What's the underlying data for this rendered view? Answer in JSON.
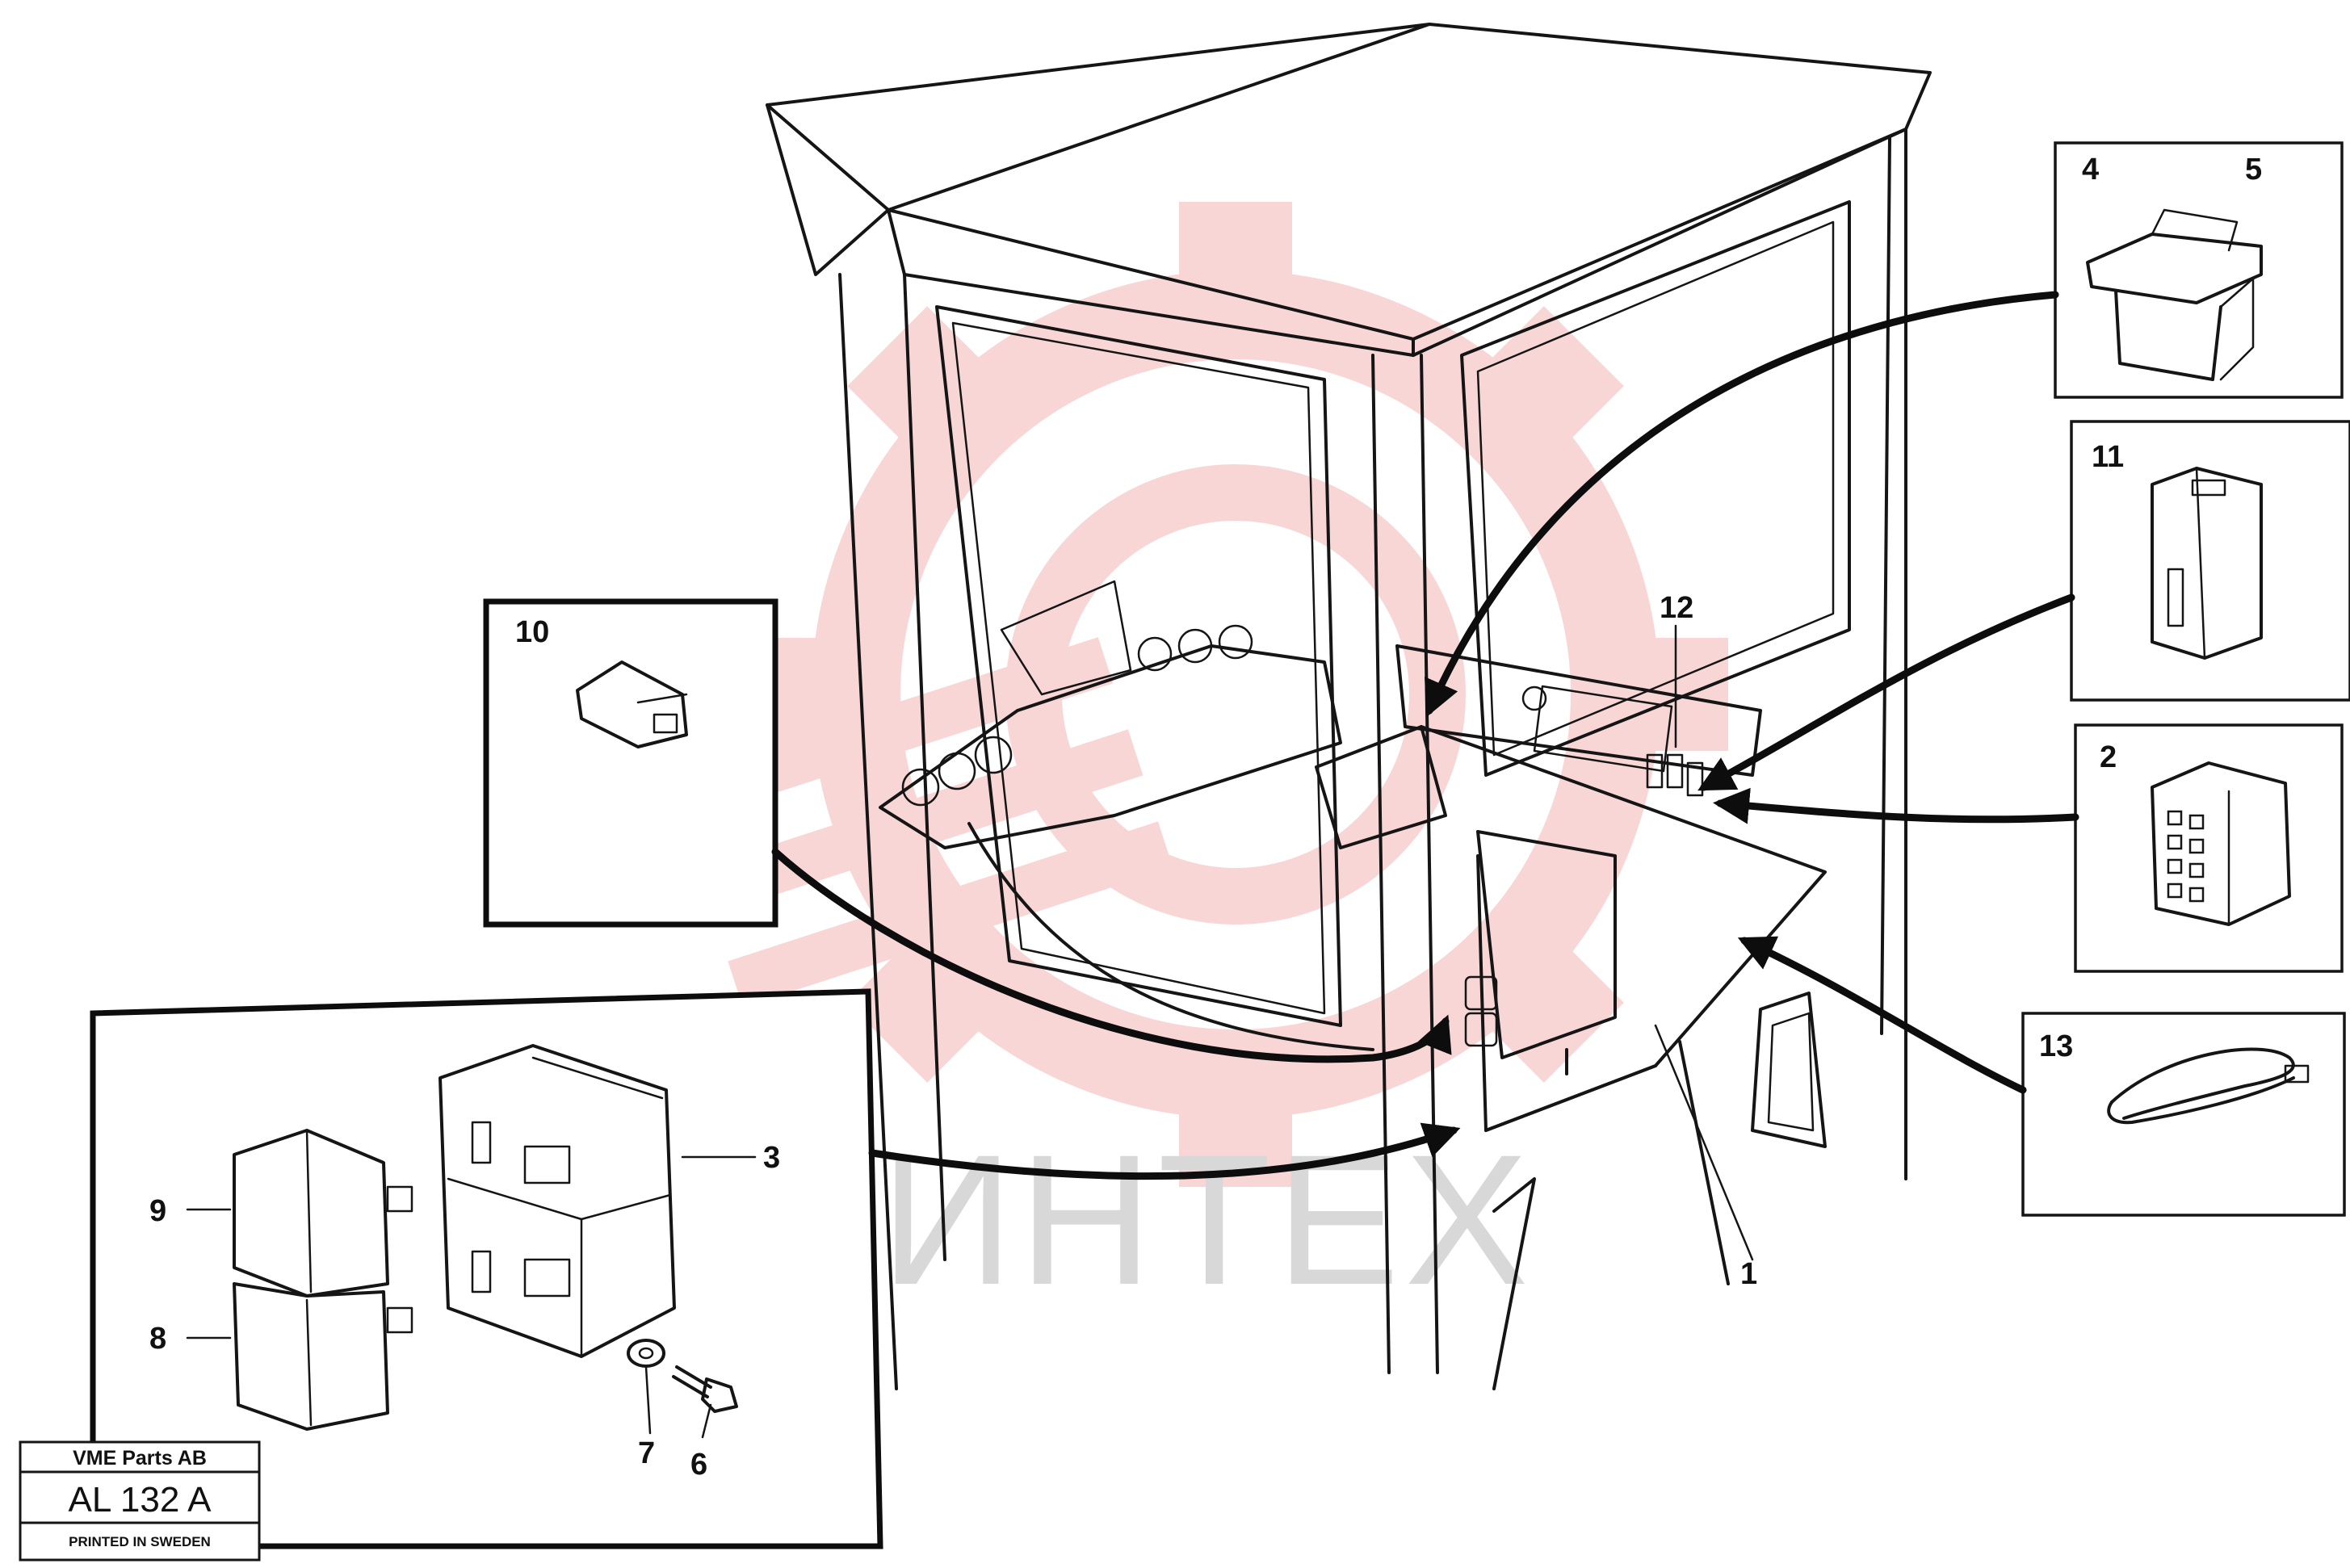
{
  "watermark": {
    "text": "ИНТЕХ",
    "logo_color": "#f4b6b6",
    "text_color": "#d8d8d8"
  },
  "callouts": [
    "1",
    "2",
    "3",
    "4",
    "5",
    "6",
    "7",
    "8",
    "9",
    "10",
    "11",
    "12",
    "13"
  ],
  "title_block": {
    "company": "VME Parts AB",
    "code": "AL 132 A",
    "printed": "PRINTED IN SWEDEN"
  }
}
